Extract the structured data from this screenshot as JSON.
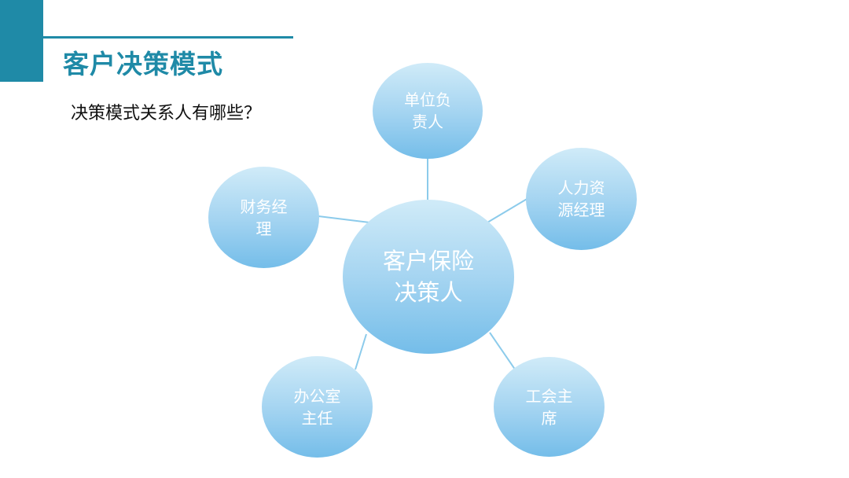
{
  "slide": {
    "title": "客户决策模式",
    "question": "决策模式关系人有哪些？"
  },
  "diagram": {
    "center": {
      "label": "客户保险决策人"
    },
    "nodes": [
      {
        "id": "top",
        "label": "单位负责人"
      },
      {
        "id": "right",
        "label": "人力资源经理"
      },
      {
        "id": "bottom-right",
        "label": "工会主席"
      },
      {
        "id": "bottom-left",
        "label": "办公室主任"
      },
      {
        "id": "left",
        "label": "财务经理"
      }
    ]
  },
  "colors": {
    "accent": "#1f8aa7",
    "node_light": "#d0ebf8",
    "node_dark": "#74bde9",
    "connector": "#8ccbeb"
  }
}
